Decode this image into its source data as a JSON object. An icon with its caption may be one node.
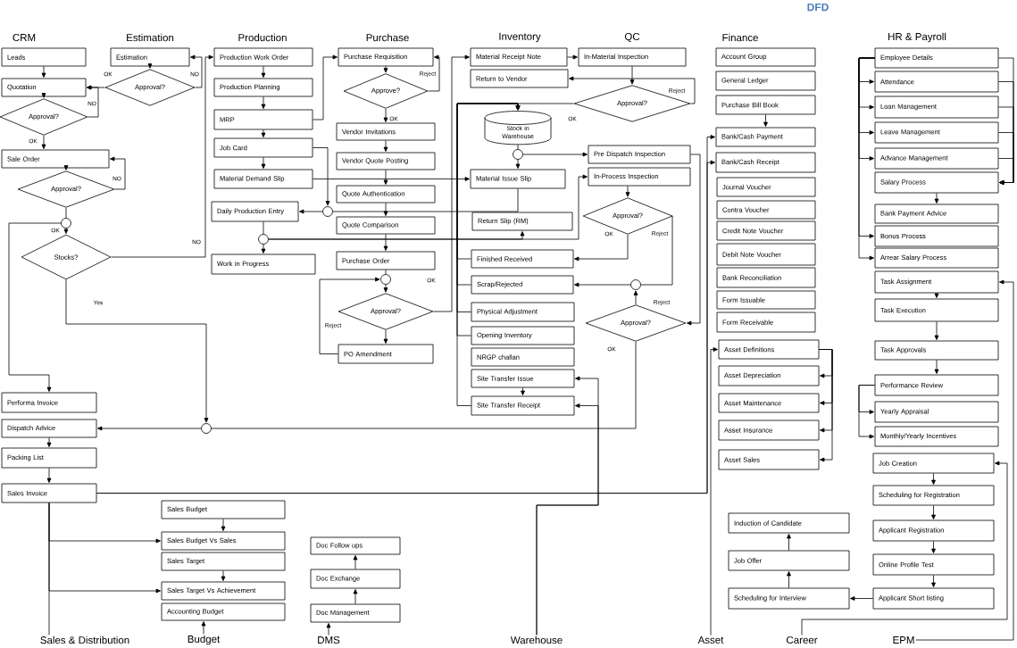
{
  "diagram": {
    "title": "DFD",
    "nodes": [
      {
        "text": [
          "Leads"
        ]
      },
      {
        "text": [
          "Quotation"
        ]
      },
      {
        "text": [
          "Approval?"
        ]
      },
      {
        "text": [
          "Sale Order"
        ]
      },
      {
        "text": [
          "Approval?"
        ]
      },
      {
        "text": [],
        "shape": "circle"
      },
      {
        "text": [
          "Stocks?"
        ]
      },
      {
        "text": [
          "Estimation"
        ]
      },
      {
        "text": [
          "Approval?"
        ]
      },
      {
        "text": [
          "Production Work Order"
        ]
      },
      {
        "text": [
          "Production Planning"
        ]
      },
      {
        "text": [
          "MRP"
        ]
      },
      {
        "text": [
          "Job Card"
        ]
      },
      {
        "text": [
          "Material Demand Slip"
        ]
      },
      {
        "text": [
          "Daily Production Entry"
        ]
      },
      {
        "text": [],
        "shape": "circle"
      },
      {
        "text": [],
        "shape": "circle"
      },
      {
        "text": [
          "Work in Progress"
        ]
      },
      {
        "text": [
          "Purchase Requisition"
        ]
      },
      {
        "text": [
          "Approve?"
        ]
      },
      {
        "text": [
          "Vendor Invitations"
        ]
      },
      {
        "text": [
          "Vendor Quote Posting"
        ]
      },
      {
        "text": [
          "Quote Authentication"
        ]
      },
      {
        "text": [
          "Quote Comparison"
        ]
      },
      {
        "text": [
          "Purchase Order"
        ]
      },
      {
        "text": [],
        "shape": "circle"
      },
      {
        "text": [
          "Approval?"
        ]
      },
      {
        "text": [
          "PO Amendment"
        ]
      },
      {
        "text": [
          "Material Receipt Note"
        ]
      },
      {
        "text": [
          "Return to Vendor"
        ]
      },
      {
        "text": [
          "Stock in Warehouse"
        ]
      },
      {
        "text": [],
        "shape": "circle"
      },
      {
        "text": [
          "Material Issue Slip"
        ]
      },
      {
        "text": [
          "Return Slip (RM)"
        ]
      },
      {
        "text": [
          "Finished Received"
        ]
      },
      {
        "text": [
          "Scrap/Rejected"
        ]
      },
      {
        "text": [
          "Physical Adjustment"
        ]
      },
      {
        "text": [
          "Opening Inventory"
        ]
      },
      {
        "text": [
          "NRGP challan"
        ]
      },
      {
        "text": [
          "Site Transfer Issue"
        ]
      },
      {
        "text": [
          "Site Transfer Receipt"
        ]
      },
      {
        "text": [
          "In-Material Inspection"
        ]
      },
      {
        "text": [
          "Approval?"
        ]
      },
      {
        "text": [
          "Pre Dispatch Inspection"
        ]
      },
      {
        "text": [
          "In-Process Inspection"
        ]
      },
      {
        "text": [
          "Approval?"
        ]
      },
      {
        "text": [],
        "shape": "circle"
      },
      {
        "text": [
          "Approval?"
        ]
      },
      {
        "text": [
          "Account Group"
        ]
      },
      {
        "text": [
          "General Ledger"
        ]
      },
      {
        "text": [
          "Purchase Bill Book"
        ]
      },
      {
        "text": [
          "Bank/Cash Payment"
        ]
      },
      {
        "text": [
          "Bank/Cash Receipt"
        ]
      },
      {
        "text": [
          "Journal Voucher"
        ]
      },
      {
        "text": [
          "Contra Voucher"
        ]
      },
      {
        "text": [
          "Credit Note Voucher"
        ]
      },
      {
        "text": [
          "Debit Note Voucher"
        ]
      },
      {
        "text": [
          "Bank Reconciliation"
        ]
      },
      {
        "text": [
          "Form Issuable"
        ]
      },
      {
        "text": [
          "Form Receivable"
        ]
      },
      {
        "text": [
          "Asset Definitions"
        ]
      },
      {
        "text": [
          "Asset Depreciation"
        ]
      },
      {
        "text": [
          "Asset Maintenance"
        ]
      },
      {
        "text": [
          "Asset Insurance"
        ]
      },
      {
        "text": [
          "Asset Sales"
        ]
      },
      {
        "text": [
          "Employee Details"
        ]
      },
      {
        "text": [
          "Attendance"
        ]
      },
      {
        "text": [
          "Loan Management"
        ]
      },
      {
        "text": [
          "Leave Management"
        ]
      },
      {
        "text": [
          "Advance Management"
        ]
      },
      {
        "text": [
          "Salary Process"
        ]
      },
      {
        "text": [
          "Bank Payment Advice"
        ]
      },
      {
        "text": [
          "Bonus Process"
        ]
      },
      {
        "text": [
          "Arrear Salary Process"
        ]
      },
      {
        "text": [
          "Task Assignment"
        ]
      },
      {
        "text": [
          "Task Execution"
        ]
      },
      {
        "text": [
          "Task Approvals"
        ]
      },
      {
        "text": [
          "Performance Review"
        ]
      },
      {
        "text": [
          "Yearly Appraisal"
        ]
      },
      {
        "text": [
          "Monthly/Yearly Incentives"
        ]
      },
      {
        "text": [
          "Job Creation"
        ]
      },
      {
        "text": [
          "Scheduling for Registration"
        ]
      },
      {
        "text": [
          "Applicant Registration"
        ]
      },
      {
        "text": [
          "Online Profile Test"
        ]
      },
      {
        "text": [
          "Applicant Short listing"
        ]
      },
      {
        "text": [
          "Scheduling for Interview"
        ]
      },
      {
        "text": [
          "Job Offer"
        ]
      },
      {
        "text": [
          "Induction of Candidate"
        ]
      },
      {
        "text": [
          "Performa Invoice"
        ]
      },
      {
        "text": [
          "Dispatch Advice"
        ]
      },
      {
        "text": [
          "Packing List"
        ]
      },
      {
        "text": [
          "Sales Invoice"
        ]
      },
      {
        "text": [],
        "shape": "circle"
      },
      {
        "text": [
          "Sales Budget"
        ]
      },
      {
        "text": [
          "Sales Budget Vs Sales"
        ]
      },
      {
        "text": [
          "Sales Target"
        ]
      },
      {
        "text": [
          "Sales Target Vs Achievement"
        ]
      },
      {
        "text": [
          "Accounting Budget"
        ]
      },
      {
        "text": [
          "Doc Follow ups"
        ]
      },
      {
        "text": [
          "Doc Exchange"
        ]
      },
      {
        "text": [
          "Doc Management"
        ]
      },
      {
        "text": [
          "Sales & Distribution"
        ]
      },
      {
        "text": [
          "Budget"
        ]
      },
      {
        "text": [
          "DMS"
        ]
      },
      {
        "text": [
          "Warehouse"
        ]
      },
      {
        "text": [
          "Asset"
        ]
      },
      {
        "text": [
          "Career"
        ]
      },
      {
        "text": [
          "EPM"
        ]
      }
    ],
    "edges": [
      {
        "from": 0,
        "to": 1,
        "arrow": "to"
      },
      {
        "from": 1,
        "to": 2,
        "arrow": "to"
      },
      {
        "from": 2,
        "to": 3,
        "arrow": "to"
      },
      {
        "from": 2,
        "to": 1,
        "arrow": "to"
      },
      {
        "from": 8,
        "to": 1,
        "arrow": "to"
      },
      {
        "from": 3,
        "to": 4,
        "arrow": "to"
      },
      {
        "from": 4,
        "to": 3,
        "arrow": "to"
      },
      {
        "from": 4,
        "to": 5,
        "arrow": "none"
      },
      {
        "from": 5,
        "to": 6,
        "arrow": "to"
      },
      {
        "from": 5,
        "to": 88,
        "arrow": "to"
      },
      {
        "from": 6,
        "to": 9,
        "arrow": "to"
      },
      {
        "from": 6,
        "to": 92,
        "arrow": "to"
      },
      {
        "from": 7,
        "to": 8,
        "arrow": "to"
      },
      {
        "from": 8,
        "to": 7,
        "arrow": "to"
      },
      {
        "from": 92,
        "to": 89,
        "arrow": "to"
      },
      {
        "from": 47,
        "to": 92,
        "arrow": "none"
      },
      {
        "from": 89,
        "to": 90,
        "arrow": "to"
      },
      {
        "from": 90,
        "to": 91,
        "arrow": "to"
      },
      {
        "from": 91,
        "to": 101,
        "arrow": "none"
      },
      {
        "from": 91,
        "to": 94,
        "arrow": "to"
      },
      {
        "from": 91,
        "to": 96,
        "arrow": "to"
      },
      {
        "from": 91,
        "to": 51,
        "arrow": "to"
      },
      {
        "from": 91,
        "to": 52,
        "arrow": "to"
      },
      {
        "from": 9,
        "to": 10,
        "arrow": "to"
      },
      {
        "from": 10,
        "to": 11,
        "arrow": "to"
      },
      {
        "from": 11,
        "to": 18,
        "arrow": "to"
      },
      {
        "from": 11,
        "to": 12,
        "arrow": "to"
      },
      {
        "from": 12,
        "to": 13,
        "arrow": "to"
      },
      {
        "from": 12,
        "to": 15,
        "arrow": "to"
      },
      {
        "from": 15,
        "to": 14,
        "arrow": "to"
      },
      {
        "from": 13,
        "to": 32,
        "arrow": "to"
      },
      {
        "from": 32,
        "to": 15,
        "arrow": "none"
      },
      {
        "from": 14,
        "to": 16,
        "arrow": "none"
      },
      {
        "from": 16,
        "to": 17,
        "arrow": "to"
      },
      {
        "from": 16,
        "to": 44,
        "arrow": "to"
      },
      {
        "from": 16,
        "to": 33,
        "arrow": "to"
      },
      {
        "from": 18,
        "to": 19,
        "arrow": "to"
      },
      {
        "from": 19,
        "to": 18,
        "arrow": "to"
      },
      {
        "from": 19,
        "to": 20,
        "arrow": "to"
      },
      {
        "from": 20,
        "to": 21,
        "arrow": "to"
      },
      {
        "from": 21,
        "to": 22,
        "arrow": "to"
      },
      {
        "from": 22,
        "to": 23,
        "arrow": "to"
      },
      {
        "from": 23,
        "to": 24,
        "arrow": "to"
      },
      {
        "from": 24,
        "to": 25,
        "arrow": "none"
      },
      {
        "from": 25,
        "to": 26,
        "arrow": "to"
      },
      {
        "from": 26,
        "to": 27,
        "arrow": "to"
      },
      {
        "from": 27,
        "to": 25,
        "arrow": "to"
      },
      {
        "from": 26,
        "to": 28,
        "arrow": "to"
      },
      {
        "from": 28,
        "to": 41,
        "arrow": "to"
      },
      {
        "from": 41,
        "to": 42,
        "arrow": "to"
      },
      {
        "from": 42,
        "to": 29,
        "arrow": "to"
      },
      {
        "from": 42,
        "to": 30,
        "arrow": "to"
      },
      {
        "from": 34,
        "to": 30,
        "arrow": "to"
      },
      {
        "from": 35,
        "to": 30,
        "arrow": "to"
      },
      {
        "from": 36,
        "to": 30,
        "arrow": "to"
      },
      {
        "from": 37,
        "to": 30,
        "arrow": "to"
      },
      {
        "from": 40,
        "to": 30,
        "arrow": "to"
      },
      {
        "from": 30,
        "to": 31,
        "arrow": "none"
      },
      {
        "from": 31,
        "to": 32,
        "arrow": "to"
      },
      {
        "from": 31,
        "to": 43,
        "arrow": "to"
      },
      {
        "from": 44,
        "to": 45,
        "arrow": "to"
      },
      {
        "from": 45,
        "to": 34,
        "arrow": "to"
      },
      {
        "from": 45,
        "to": 46,
        "arrow": "none"
      },
      {
        "from": 46,
        "to": 35,
        "arrow": "to"
      },
      {
        "from": 47,
        "to": 46,
        "arrow": "to"
      },
      {
        "from": 43,
        "to": 47,
        "arrow": "to"
      },
      {
        "from": 39,
        "to": 40,
        "arrow": "to"
      },
      {
        "from": 104,
        "to": 39,
        "arrow": "to"
      },
      {
        "from": 104,
        "to": 40,
        "arrow": "to"
      },
      {
        "from": 50,
        "to": 51,
        "arrow": "to"
      },
      {
        "from": 93,
        "to": 94,
        "arrow": "to"
      },
      {
        "from": 95,
        "to": 96,
        "arrow": "to"
      },
      {
        "from": 102,
        "to": 97,
        "arrow": "to"
      },
      {
        "from": 103,
        "to": 100,
        "arrow": "to"
      },
      {
        "from": 100,
        "to": 99,
        "arrow": "to"
      },
      {
        "from": 99,
        "to": 98,
        "arrow": "to"
      },
      {
        "from": 60,
        "to": 61,
        "arrow": "to"
      },
      {
        "from": 60,
        "to": 62,
        "arrow": "to"
      },
      {
        "from": 60,
        "to": 63,
        "arrow": "to"
      },
      {
        "from": 60,
        "to": 64,
        "arrow": "to"
      },
      {
        "from": 105,
        "to": 60,
        "arrow": "to"
      },
      {
        "from": 106,
        "to": 80,
        "arrow": "to"
      },
      {
        "from": 80,
        "to": 81,
        "arrow": "to"
      },
      {
        "from": 81,
        "to": 82,
        "arrow": "to"
      },
      {
        "from": 82,
        "to": 83,
        "arrow": "to"
      },
      {
        "from": 83,
        "to": 84,
        "arrow": "to"
      },
      {
        "from": 84,
        "to": 85,
        "arrow": "to"
      },
      {
        "from": 85,
        "to": 86,
        "arrow": "to"
      },
      {
        "from": 86,
        "to": 87,
        "arrow": "to"
      },
      {
        "from": 107,
        "to": 74,
        "arrow": "to"
      },
      {
        "from": 65,
        "to": 70,
        "arrow": "to"
      },
      {
        "from": 66,
        "to": 70,
        "arrow": "to"
      },
      {
        "from": 67,
        "to": 70,
        "arrow": "to"
      },
      {
        "from": 68,
        "to": 70,
        "arrow": "to"
      },
      {
        "from": 69,
        "to": 70,
        "arrow": "to"
      },
      {
        "from": 65,
        "to": 66,
        "arrow": "to"
      },
      {
        "from": 65,
        "to": 67,
        "arrow": "to"
      },
      {
        "from": 65,
        "to": 68,
        "arrow": "to"
      },
      {
        "from": 65,
        "to": 69,
        "arrow": "to"
      },
      {
        "from": 65,
        "to": 72,
        "arrow": "to"
      },
      {
        "from": 65,
        "to": 73,
        "arrow": "to"
      },
      {
        "from": 70,
        "to": 71,
        "arrow": "to"
      },
      {
        "from": 74,
        "to": 75,
        "arrow": "to"
      },
      {
        "from": 75,
        "to": 76,
        "arrow": "to"
      },
      {
        "from": 76,
        "to": 77,
        "arrow": "to"
      },
      {
        "from": 77,
        "to": 78,
        "arrow": "to"
      },
      {
        "from": 77,
        "to": 79,
        "arrow": "to"
      }
    ],
    "labels": [
      "CRM",
      "Estimation",
      "Production",
      "Purchase",
      "Inventory",
      "QC",
      "Finance",
      "HR & Payroll",
      "OK",
      "NO",
      "NO",
      "Reject",
      "OK",
      "Reject",
      "OK",
      "OK",
      "NO",
      "OK",
      "NO",
      "OK",
      "Reject",
      "OK",
      "Yes",
      "Reject",
      "Reject",
      "OK"
    ]
  }
}
